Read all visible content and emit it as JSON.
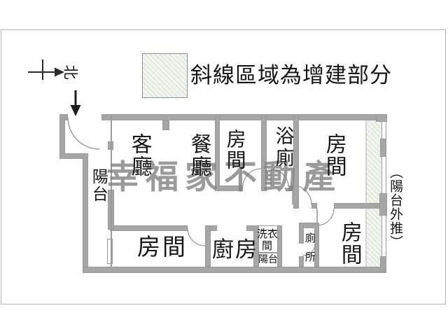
{
  "legend": {
    "text": "斜線區域為增建部分"
  },
  "compass": {
    "north": "北"
  },
  "watermark": {
    "text": "幸福家不動產"
  },
  "rooms": {
    "living": "客廳",
    "dining": "餐廳",
    "bedroom_top_middle": "房間",
    "bathroom": "浴廁",
    "bedroom_top_right": "房間",
    "balcony": "陽台",
    "bedroom_bottom_left": "房間",
    "kitchen": "廚房",
    "laundry_line1": "洗衣",
    "laundry_line2": "間",
    "laundry_balcony": "陽台",
    "toilet": "廁所",
    "bedroom_bottom_right": "房間"
  },
  "annotations": {
    "balcony_pushout": "（陽台外推）"
  },
  "colors": {
    "wall": "#a6a6a6",
    "line": "#999999",
    "hatch_fill": "#f1f5ee",
    "watermark": "#8c8c8c"
  }
}
